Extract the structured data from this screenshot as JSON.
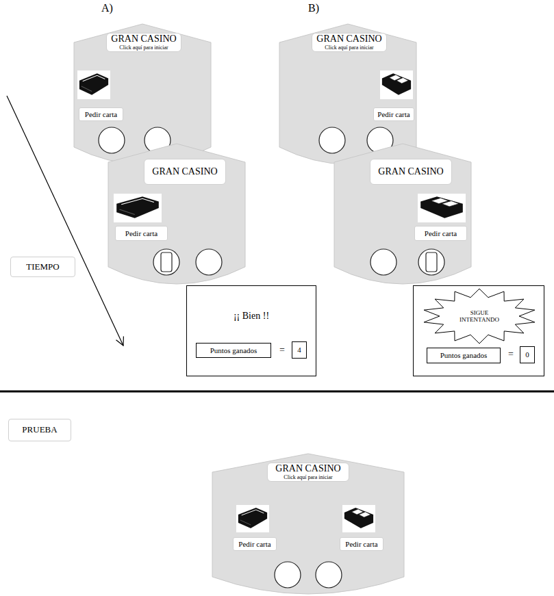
{
  "diagram": {
    "nodes": [
      {
        "text": [
          "TIEMPO"
        ]
      },
      {
        "text": [
          "GRAN CASINO",
          "Click aquí para iniciar"
        ]
      },
      {
        "text": [
          "Pedir carta"
        ]
      },
      {
        "text": [
          "GRAN CASINO"
        ]
      },
      {
        "text": [
          "Pedir carta"
        ]
      },
      {
        "text": [
          "¡¡ Bien !!",
          "="
        ]
      },
      {
        "text": [
          "Puntos ganados"
        ],
        "in": 5
      },
      {
        "text": [
          "4"
        ],
        "in": 5
      },
      {
        "text": [
          "GRAN CASINO",
          "Click aquí para iniciar"
        ]
      },
      {
        "text": [
          "Pedir carta"
        ]
      },
      {
        "text": [
          "GRAN CASINO"
        ]
      },
      {
        "text": [
          "Pedir carta"
        ]
      },
      {
        "text": [
          "="
        ]
      },
      {
        "text": [
          "SIGUE INTENTANDO"
        ],
        "in": 12
      },
      {
        "text": [
          "Puntos ganados"
        ],
        "in": 12
      },
      {
        "text": [
          "0"
        ],
        "in": 12
      },
      {
        "text": [
          "PRUEBA"
        ]
      },
      {
        "text": [
          "GRAN CASINO",
          "Click aquí para iniciar"
        ]
      },
      {
        "text": [
          "Pedir carta"
        ]
      },
      {
        "text": [
          "Pedir carta"
        ]
      }
    ],
    "labels": [
      "A)",
      "B)"
    ]
  }
}
